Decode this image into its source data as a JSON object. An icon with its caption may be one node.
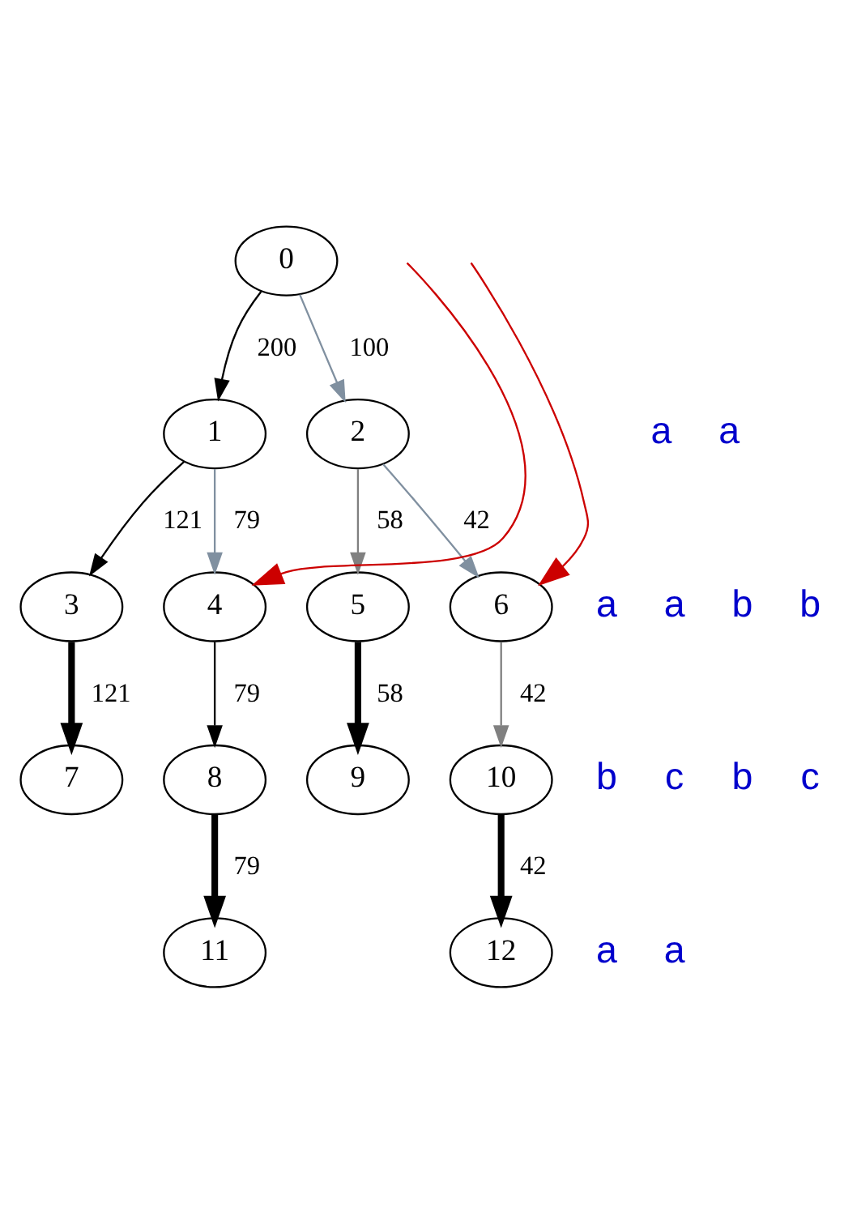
{
  "diagram": {
    "nodes": [
      {
        "text": [
          "0"
        ]
      },
      {
        "text": [
          "1"
        ]
      },
      {
        "text": [
          "2"
        ]
      },
      {
        "text": [
          "3"
        ]
      },
      {
        "text": [
          "4"
        ]
      },
      {
        "text": [
          "5"
        ]
      },
      {
        "text": [
          "6"
        ]
      },
      {
        "text": [
          "7"
        ]
      },
      {
        "text": [
          "8"
        ]
      },
      {
        "text": [
          "9"
        ]
      },
      {
        "text": [
          "10"
        ]
      },
      {
        "text": [
          "11"
        ]
      },
      {
        "text": [
          "12"
        ]
      }
    ],
    "edges": [
      {
        "from": 0,
        "to": 1,
        "arrow": "to",
        "label": "200"
      },
      {
        "from": 0,
        "to": 2,
        "arrow": "to",
        "label": "100",
        "color": "#8090a0"
      },
      {
        "from": 1,
        "to": 3,
        "arrow": "to",
        "label": "121"
      },
      {
        "from": 1,
        "to": 4,
        "arrow": "to",
        "label": "79",
        "color": "#8090a0"
      },
      {
        "from": 2,
        "to": 5,
        "arrow": "to",
        "label": "58",
        "color": "#808080"
      },
      {
        "from": 2,
        "to": 6,
        "arrow": "to",
        "label": "42",
        "color": "#8090a0"
      },
      {
        "from": 3,
        "to": 7,
        "arrow": "to",
        "label": "121",
        "style": "thick"
      },
      {
        "from": 4,
        "to": 8,
        "arrow": "to",
        "label": "79"
      },
      {
        "from": 5,
        "to": 9,
        "arrow": "to",
        "label": "58",
        "style": "thick"
      },
      {
        "from": 6,
        "to": 10,
        "arrow": "to",
        "label": "42",
        "color": "#808080"
      },
      {
        "from": 8,
        "to": 11,
        "arrow": "to",
        "label": "79",
        "style": "thick"
      },
      {
        "from": 10,
        "to": 12,
        "arrow": "to",
        "label": "42",
        "style": "thick"
      },
      {
        "from": null,
        "to": 6,
        "arrow": "to",
        "color": "#cc0000"
      },
      {
        "from": null,
        "to": 4,
        "arrow": "to",
        "color": "#cc0000"
      }
    ],
    "labels": [
      "a",
      "a",
      "a",
      "a",
      "b",
      "b",
      "b",
      "c",
      "b",
      "c",
      "a",
      "a"
    ]
  }
}
